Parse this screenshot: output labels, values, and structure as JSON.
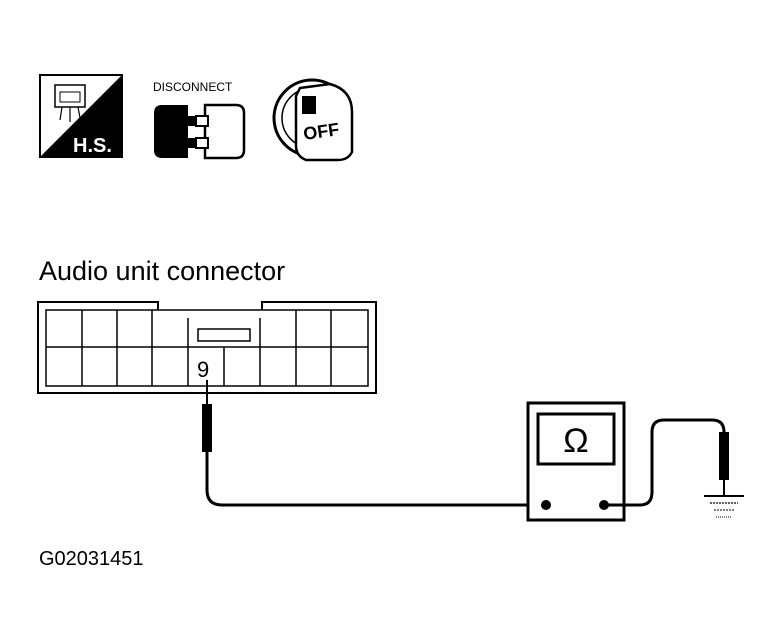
{
  "icons": {
    "hs_label": "H.S.",
    "disconnect_label": "DISCONNECT",
    "ignition_label": "OFF",
    "hs_icon": "harness-side-icon",
    "disconnect_icon": "connector-disconnect-icon",
    "ignition_icon": "ignition-key-off-icon"
  },
  "connector": {
    "title": "Audio unit connector",
    "pin_label": "9"
  },
  "meter": {
    "symbol": "Ω",
    "icon": "ohmmeter-icon"
  },
  "ground": {
    "icon": "ground-symbol-icon"
  },
  "figure_code": "G02031451",
  "colors": {
    "line": "#000000",
    "background": "#ffffff"
  }
}
